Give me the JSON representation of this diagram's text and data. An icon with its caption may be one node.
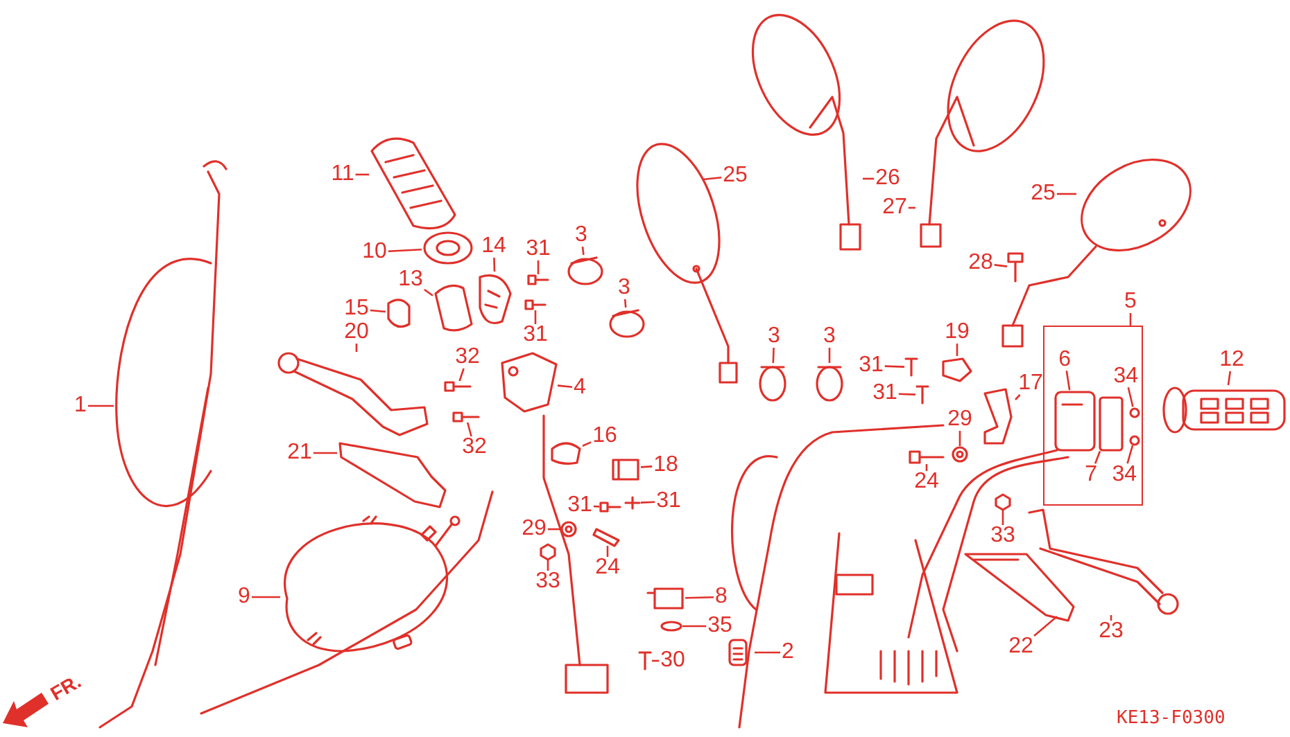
{
  "diagram": {
    "nodes": [
      {
        "text": [],
        "shape": "box"
      },
      {
        "text": [
          "25"
        ]
      },
      {
        "text": [
          "26"
        ]
      },
      {
        "text": [
          "11"
        ]
      },
      {
        "text": [
          "25"
        ]
      },
      {
        "text": [
          "27"
        ]
      },
      {
        "text": [
          "10"
        ]
      },
      {
        "text": [
          "3"
        ]
      },
      {
        "text": [
          "14"
        ]
      },
      {
        "text": [
          "31"
        ]
      },
      {
        "text": [
          "28"
        ]
      },
      {
        "text": [
          "13"
        ]
      },
      {
        "text": [
          "3"
        ]
      },
      {
        "text": [
          "5"
        ]
      },
      {
        "text": [
          "15"
        ]
      },
      {
        "text": [
          "31"
        ]
      },
      {
        "text": [
          "3"
        ]
      },
      {
        "text": [
          "3"
        ]
      },
      {
        "text": [
          "19"
        ]
      },
      {
        "text": [
          "20"
        ]
      },
      {
        "text": [
          "32"
        ]
      },
      {
        "text": [
          "6"
        ],
        "in": 0
      },
      {
        "text": [
          "12"
        ]
      },
      {
        "text": [
          "31"
        ]
      },
      {
        "text": [
          "34"
        ],
        "in": 0
      },
      {
        "text": [
          "17"
        ]
      },
      {
        "text": [
          "4"
        ]
      },
      {
        "text": [
          "31"
        ]
      },
      {
        "text": [
          "1"
        ]
      },
      {
        "text": [
          "29"
        ]
      },
      {
        "text": [
          "16"
        ]
      },
      {
        "text": [
          "32"
        ]
      },
      {
        "text": [
          "21"
        ]
      },
      {
        "text": [
          "18"
        ]
      },
      {
        "text": [
          "7"
        ],
        "in": 0
      },
      {
        "text": [
          "34"
        ],
        "in": 0
      },
      {
        "text": [
          "24"
        ]
      },
      {
        "text": [
          "31"
        ]
      },
      {
        "text": [
          "31"
        ]
      },
      {
        "text": [
          "29"
        ]
      },
      {
        "text": [
          "24"
        ]
      },
      {
        "text": [
          "33"
        ]
      },
      {
        "text": [
          "33"
        ]
      },
      {
        "text": [
          "9"
        ]
      },
      {
        "text": [
          "8"
        ]
      },
      {
        "text": [
          "23"
        ]
      },
      {
        "text": [
          "35"
        ]
      },
      {
        "text": [
          "22"
        ]
      },
      {
        "text": [
          "2"
        ]
      },
      {
        "text": [
          "30"
        ]
      },
      {
        "text": [],
        "shape": "picture"
      },
      {
        "text": [],
        "shape": "picture"
      },
      {
        "text": [],
        "shape": "picture"
      },
      {
        "text": [],
        "shape": "picture"
      },
      {
        "text": [],
        "shape": "picture"
      },
      {
        "text": [],
        "shape": "picture"
      },
      {
        "text": [],
        "shape": "circle"
      },
      {
        "text": [],
        "shape": "picture"
      },
      {
        "text": [],
        "shape": "picture"
      },
      {
        "text": [],
        "shape": "picture"
      },
      {
        "text": [],
        "shape": "picture"
      },
      {
        "text": [],
        "shape": "circle"
      },
      {
        "text": [],
        "shape": "picture"
      },
      {
        "text": [],
        "shape": "picture"
      },
      {
        "text": [],
        "shape": "picture"
      },
      {
        "text": [],
        "shape": "picture"
      },
      {
        "text": [],
        "shape": "picture"
      },
      {
        "text": [],
        "shape": "picture"
      },
      {
        "text": [],
        "shape": "picture"
      },
      {
        "text": [],
        "shape": "picture",
        "in": 0
      },
      {
        "text": [],
        "shape": "picture"
      },
      {
        "text": [],
        "shape": "picture"
      },
      {
        "text": [],
        "shape": "circle",
        "in": 0
      },
      {
        "text": [],
        "shape": "picture"
      },
      {
        "text": [],
        "shape": "picture"
      },
      {
        "text": [],
        "shape": "picture"
      },
      {
        "text": [],
        "shape": "picture"
      },
      {
        "text": [],
        "shape": "picture"
      },
      {
        "text": [],
        "shape": "picture"
      },
      {
        "text": [],
        "shape": "picture"
      },
      {
        "text": [],
        "shape": "picture"
      },
      {
        "text": [],
        "shape": "picture"
      },
      {
        "text": [],
        "shape": "box",
        "in": 0
      },
      {
        "text": [],
        "shape": "circle",
        "in": 0
      },
      {
        "text": [],
        "shape": "picture"
      },
      {
        "text": [],
        "shape": "picture"
      },
      {
        "text": [],
        "shape": "picture"
      },
      {
        "text": [],
        "shape": "picture"
      },
      {
        "text": [],
        "shape": "picture"
      },
      {
        "text": [],
        "shape": "picture"
      },
      {
        "text": [],
        "shape": "picture"
      },
      {
        "text": [],
        "shape": "picture"
      },
      {
        "text": [],
        "shape": "picture"
      },
      {
        "text": [],
        "shape": "picture"
      },
      {
        "text": [],
        "shape": "circle"
      },
      {
        "text": [],
        "shape": "picture"
      },
      {
        "text": [],
        "shape": "picture"
      },
      {
        "text": [],
        "shape": "picture"
      }
    ],
    "edges": [
      {
        "from": 1,
        "to": 50,
        "arrow": "none"
      },
      {
        "from": 2,
        "to": 51,
        "arrow": "none"
      },
      {
        "from": 3,
        "to": 52,
        "arrow": "none"
      },
      {
        "from": 4,
        "to": 53,
        "arrow": "none"
      },
      {
        "from": 5,
        "to": 54,
        "arrow": "none"
      },
      {
        "from": 6,
        "to": 55,
        "arrow": "none"
      },
      {
        "from": 7,
        "to": 56,
        "arrow": "none"
      },
      {
        "from": 8,
        "to": 57,
        "arrow": "none"
      },
      {
        "from": 9,
        "to": 58,
        "arrow": "none"
      },
      {
        "from": 10,
        "to": 59,
        "arrow": "none"
      },
      {
        "from": 11,
        "to": 60,
        "arrow": "none"
      },
      {
        "from": 12,
        "to": 61,
        "arrow": "none"
      },
      {
        "from": 13,
        "to": 0,
        "arrow": "none"
      },
      {
        "from": 14,
        "to": 62,
        "arrow": "none"
      },
      {
        "from": 15,
        "to": 63,
        "arrow": "none"
      },
      {
        "from": 16,
        "to": 64,
        "arrow": "none"
      },
      {
        "from": 17,
        "to": 65,
        "arrow": "none"
      },
      {
        "from": 18,
        "to": 66,
        "arrow": "none"
      },
      {
        "from": 19,
        "to": 67,
        "arrow": "none"
      },
      {
        "from": 20,
        "to": 68,
        "arrow": "none"
      },
      {
        "from": 21,
        "to": 69,
        "arrow": "none"
      },
      {
        "from": 22,
        "to": 70,
        "arrow": "none"
      },
      {
        "from": 23,
        "to": 71,
        "arrow": "none"
      },
      {
        "from": 24,
        "to": 72,
        "arrow": "none"
      },
      {
        "from": 25,
        "to": 73,
        "arrow": "none"
      },
      {
        "from": 26,
        "to": 74,
        "arrow": "none"
      },
      {
        "from": 27,
        "to": 75,
        "arrow": "none"
      },
      {
        "from": 28,
        "to": 76,
        "arrow": "none"
      },
      {
        "from": 29,
        "to": 77,
        "arrow": "none"
      },
      {
        "from": 30,
        "to": 78,
        "arrow": "none"
      },
      {
        "from": 31,
        "to": 79,
        "arrow": "none"
      },
      {
        "from": 32,
        "to": 80,
        "arrow": "none"
      },
      {
        "from": 33,
        "to": 81,
        "arrow": "none"
      },
      {
        "from": 34,
        "to": 82,
        "arrow": "none"
      },
      {
        "from": 35,
        "to": 83,
        "arrow": "none"
      },
      {
        "from": 36,
        "to": 84,
        "arrow": "none"
      },
      {
        "from": 37,
        "to": 85,
        "arrow": "none"
      },
      {
        "from": 38,
        "to": 86,
        "arrow": "none"
      },
      {
        "from": 39,
        "to": 87,
        "arrow": "none"
      },
      {
        "from": 40,
        "to": 88,
        "arrow": "none"
      },
      {
        "from": 41,
        "to": 89,
        "arrow": "none"
      },
      {
        "from": 42,
        "to": 90,
        "arrow": "none"
      },
      {
        "from": 43,
        "to": 91,
        "arrow": "none"
      },
      {
        "from": 44,
        "to": 92,
        "arrow": "none"
      },
      {
        "from": 45,
        "to": 93,
        "arrow": "none"
      },
      {
        "from": 46,
        "to": 94,
        "arrow": "none"
      },
      {
        "from": 47,
        "to": 95,
        "arrow": "none"
      },
      {
        "from": 48,
        "to": 96,
        "arrow": "none"
      },
      {
        "from": 49,
        "to": 97,
        "arrow": "none"
      }
    ],
    "labels": [
      "FR.",
      "KE13-F0300"
    ]
  }
}
